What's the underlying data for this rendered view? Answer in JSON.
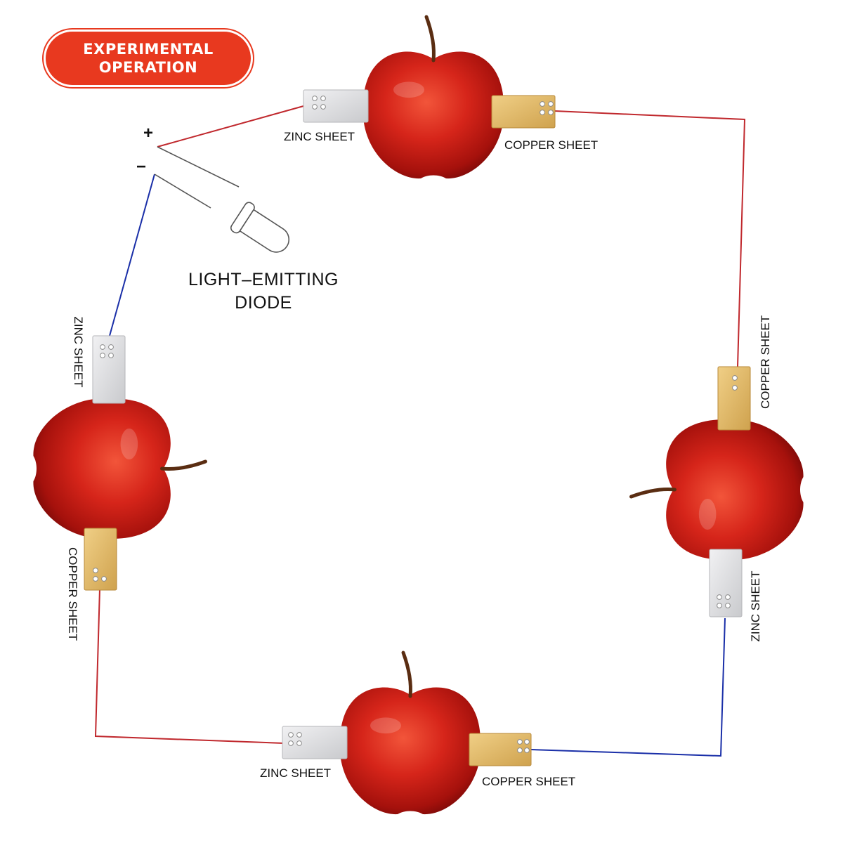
{
  "badge": {
    "line1": "EXPERIMENTAL",
    "line2": "OPERATION"
  },
  "led": {
    "plus": "+",
    "minus": "−",
    "label_line1": "LIGHT–EMITTING",
    "label_line2": "DIODE"
  },
  "labels": {
    "top_zinc": "ZINC SHEET",
    "top_copper": "COPPER SHEET",
    "left_zinc": "ZINC SHEET",
    "left_copper": "COPPER SHEET",
    "right_copper": "COPPER SHEET",
    "right_zinc": "ZINC SHEET",
    "bottom_zinc": "ZINC SHEET",
    "bottom_copper": "COPPER SHEET"
  },
  "colors": {
    "badge": "#e8391f",
    "wire_positive": "#c0282d",
    "wire_negative": "#1a2fa8",
    "apple": "#c81d12",
    "zinc": "#dcdde0",
    "copper": "#e3bd6a"
  }
}
